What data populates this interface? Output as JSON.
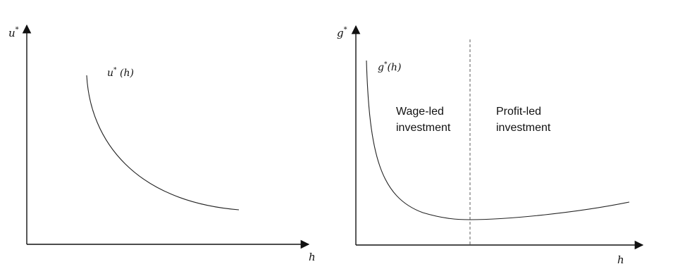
{
  "left_panel": {
    "y_axis_label": "u",
    "y_axis_sup": "*",
    "x_axis_label": "h",
    "curve_label_main": "u",
    "curve_label_sup": "*",
    "curve_label_arg": " (h)"
  },
  "right_panel": {
    "y_axis_label": "g",
    "y_axis_sup": "*",
    "x_axis_label": "h",
    "curve_label_main": "g",
    "curve_label_sup": "*",
    "curve_label_arg": "(h)",
    "regions": {
      "left_line1": "Wage-led",
      "left_line2": "investment",
      "right_line1": "Profit-led",
      "right_line2": "investment"
    }
  }
}
